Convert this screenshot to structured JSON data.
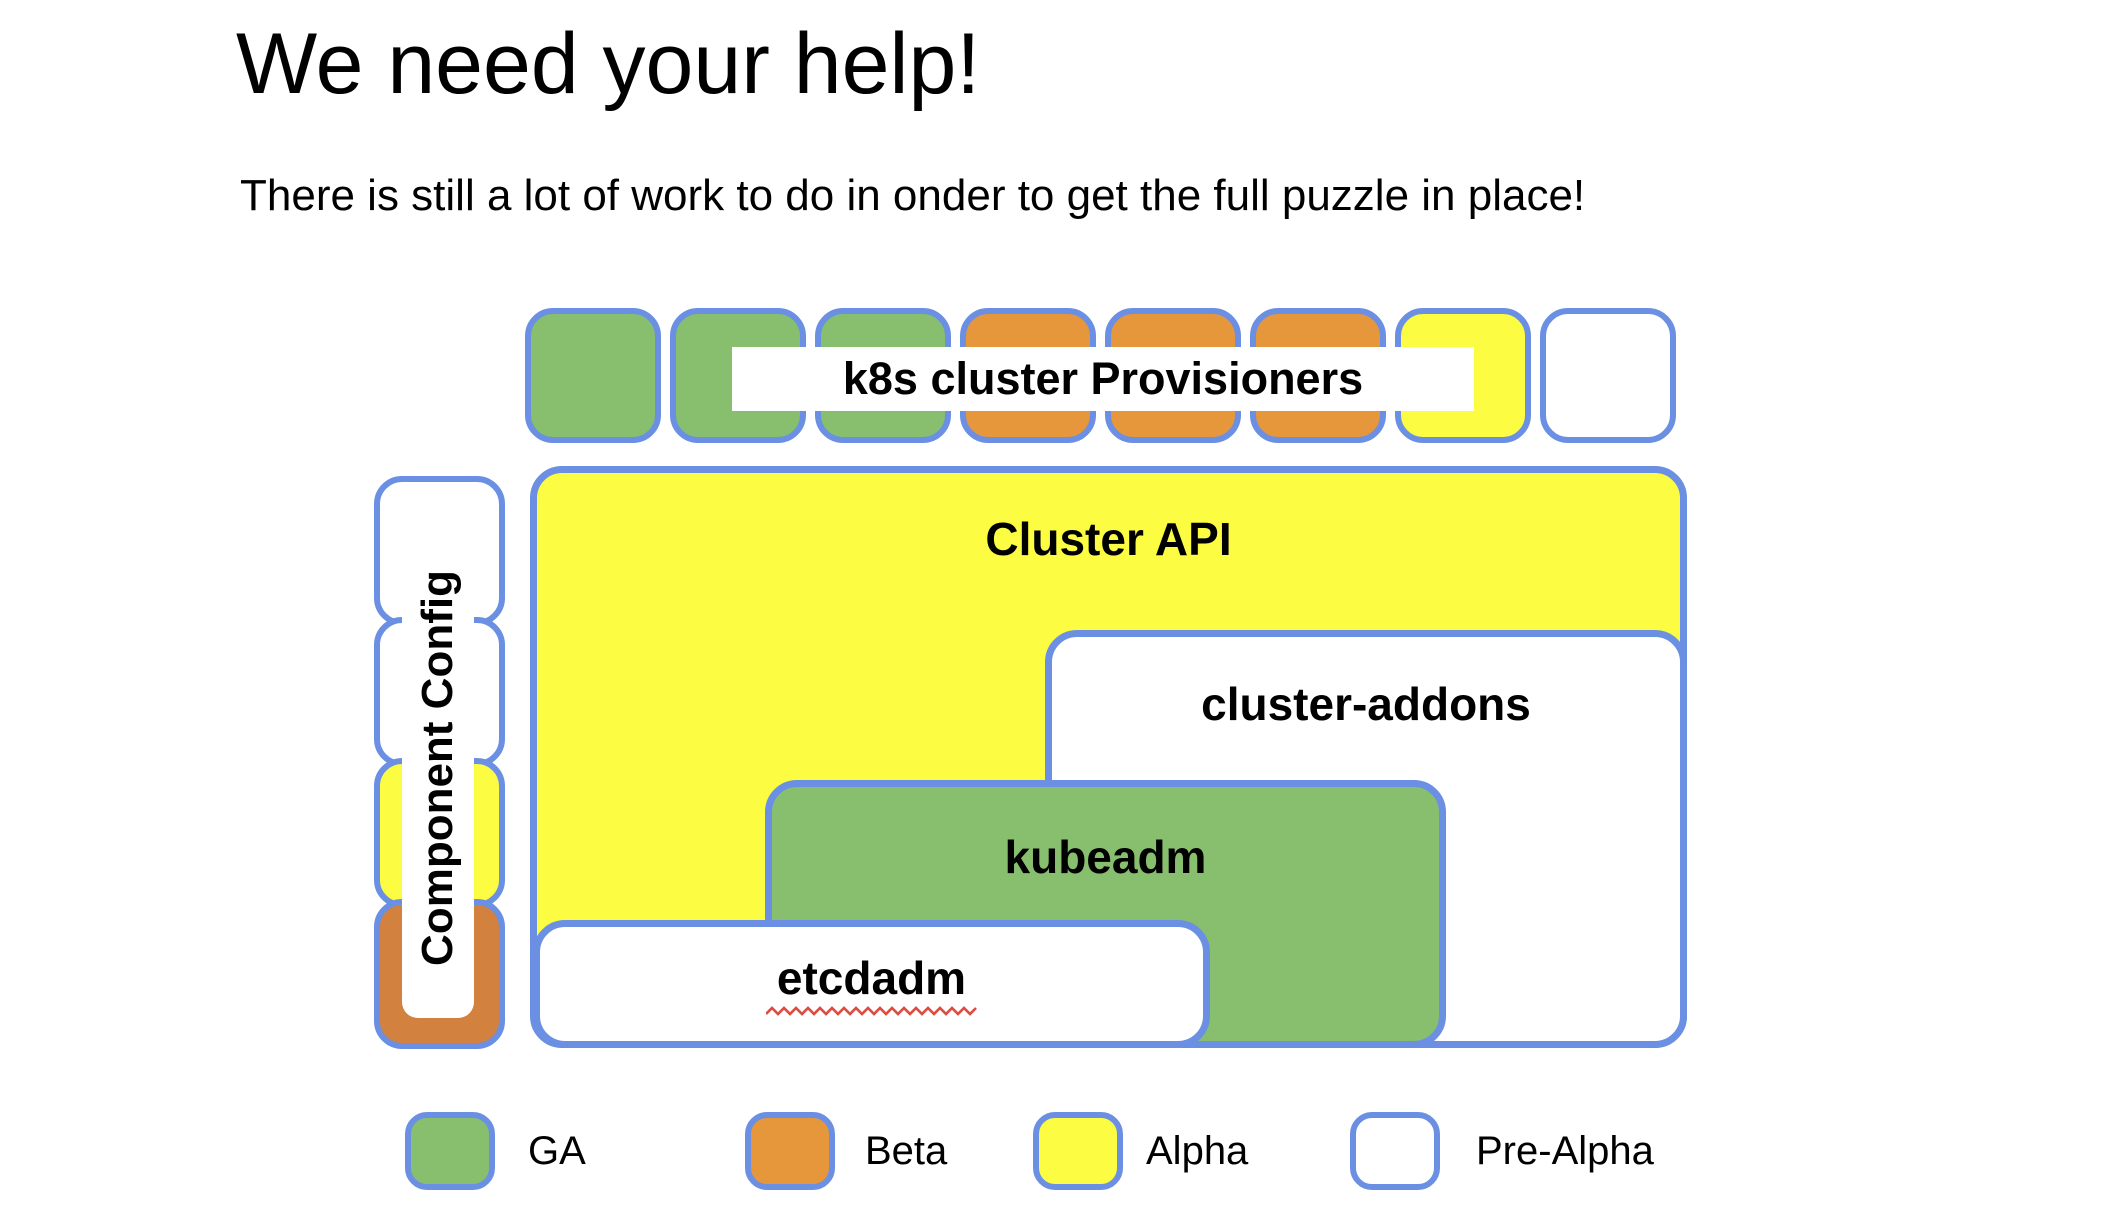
{
  "slide": {
    "title": "We need your help!",
    "subtitle": "There is still a lot of work to do in onder to get the full puzzle in place!"
  },
  "diagram": {
    "provisioners": {
      "label": "k8s cluster Provisioners",
      "squares": [
        {
          "status": "GA",
          "color": "#87BF6E"
        },
        {
          "status": "GA",
          "color": "#87BF6E"
        },
        {
          "status": "GA",
          "color": "#87BF6E"
        },
        {
          "status": "Beta",
          "color": "#E6973B"
        },
        {
          "status": "Beta",
          "color": "#E6973B"
        },
        {
          "status": "Beta",
          "color": "#E6973B"
        },
        {
          "status": "Alpha",
          "color": "#FCFC42"
        },
        {
          "status": "Pre-Alpha",
          "color": "#FFFFFF"
        }
      ]
    },
    "component_config": {
      "label": "Component Config",
      "segments": [
        {
          "status": "Pre-Alpha",
          "color": "#FFFFFF"
        },
        {
          "status": "Pre-Alpha",
          "color": "#FFFFFF"
        },
        {
          "status": "Alpha",
          "color": "#FCFC42"
        },
        {
          "status": "Beta",
          "color": "#D2813F"
        }
      ]
    },
    "boxes": [
      {
        "id": "cluster-api",
        "label": "Cluster API",
        "status": "Alpha",
        "color": "#FCFC42"
      },
      {
        "id": "cluster-addons",
        "label": "cluster-addons",
        "status": "Pre-Alpha",
        "color": "#FFFFFF"
      },
      {
        "id": "kubeadm",
        "label": "kubeadm",
        "status": "GA",
        "color": "#87BF6E"
      },
      {
        "id": "etcdadm",
        "label": "etcdadm",
        "status": "Pre-Alpha",
        "color": "#FFFFFF",
        "spellcheck_underline": true
      }
    ]
  },
  "legend": {
    "items": [
      {
        "label": "GA",
        "color": "#87BF6E"
      },
      {
        "label": "Beta",
        "color": "#E6973B"
      },
      {
        "label": "Alpha",
        "color": "#FCFC42"
      },
      {
        "label": "Pre-Alpha",
        "color": "#FFFFFF"
      }
    ]
  },
  "colors": {
    "border_blue": "#6B8FE3",
    "squiggle_red": "#DD4B3E"
  }
}
